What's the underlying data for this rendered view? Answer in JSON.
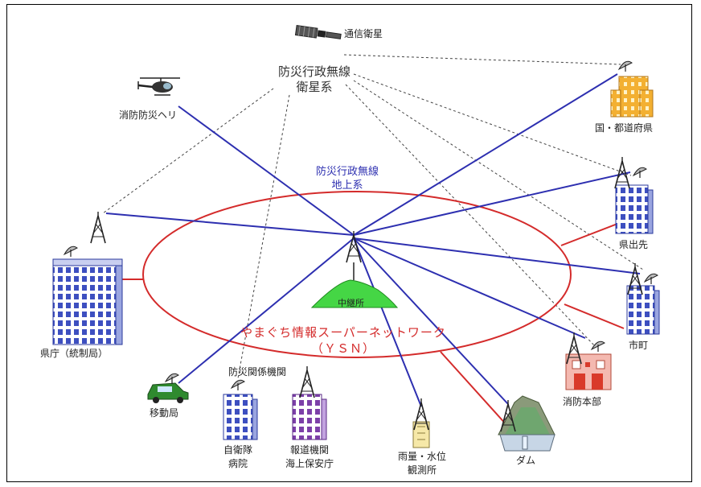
{
  "labels": {
    "satellite": "通信衛星",
    "sat_system_1": "防災行政無線",
    "sat_system_2": "衛星系",
    "helicopter": "消防防災ヘリ",
    "national": "国・都道府県",
    "ground_system_1": "防災行政無線",
    "ground_system_2": "地上系",
    "prefectural_branch": "県出先",
    "relay_station": "中継所",
    "municipality": "市町",
    "prefectural_office": "県庁（統制局）",
    "network_1": "やまぐち情報スーパーネットワーク",
    "network_2": "（ＹＳＮ）",
    "fire_hq": "消防本部",
    "mobile_station": "移動局",
    "disaster_agencies": "防災関係機関",
    "sdf_1": "自衛隊",
    "sdf_2": "病院",
    "media_1": "報道機関",
    "media_2": "海上保安庁",
    "rain_1": "雨量・水位",
    "rain_2": "観測所",
    "dam": "ダム"
  },
  "colors": {
    "ground_link": "#2d2fb0",
    "network_ring": "#d42b2b",
    "satellite_link": "#333333",
    "building_blue": "#3d4fc0",
    "building_purple": "#7c3fa8",
    "mountain": "#45d645"
  }
}
